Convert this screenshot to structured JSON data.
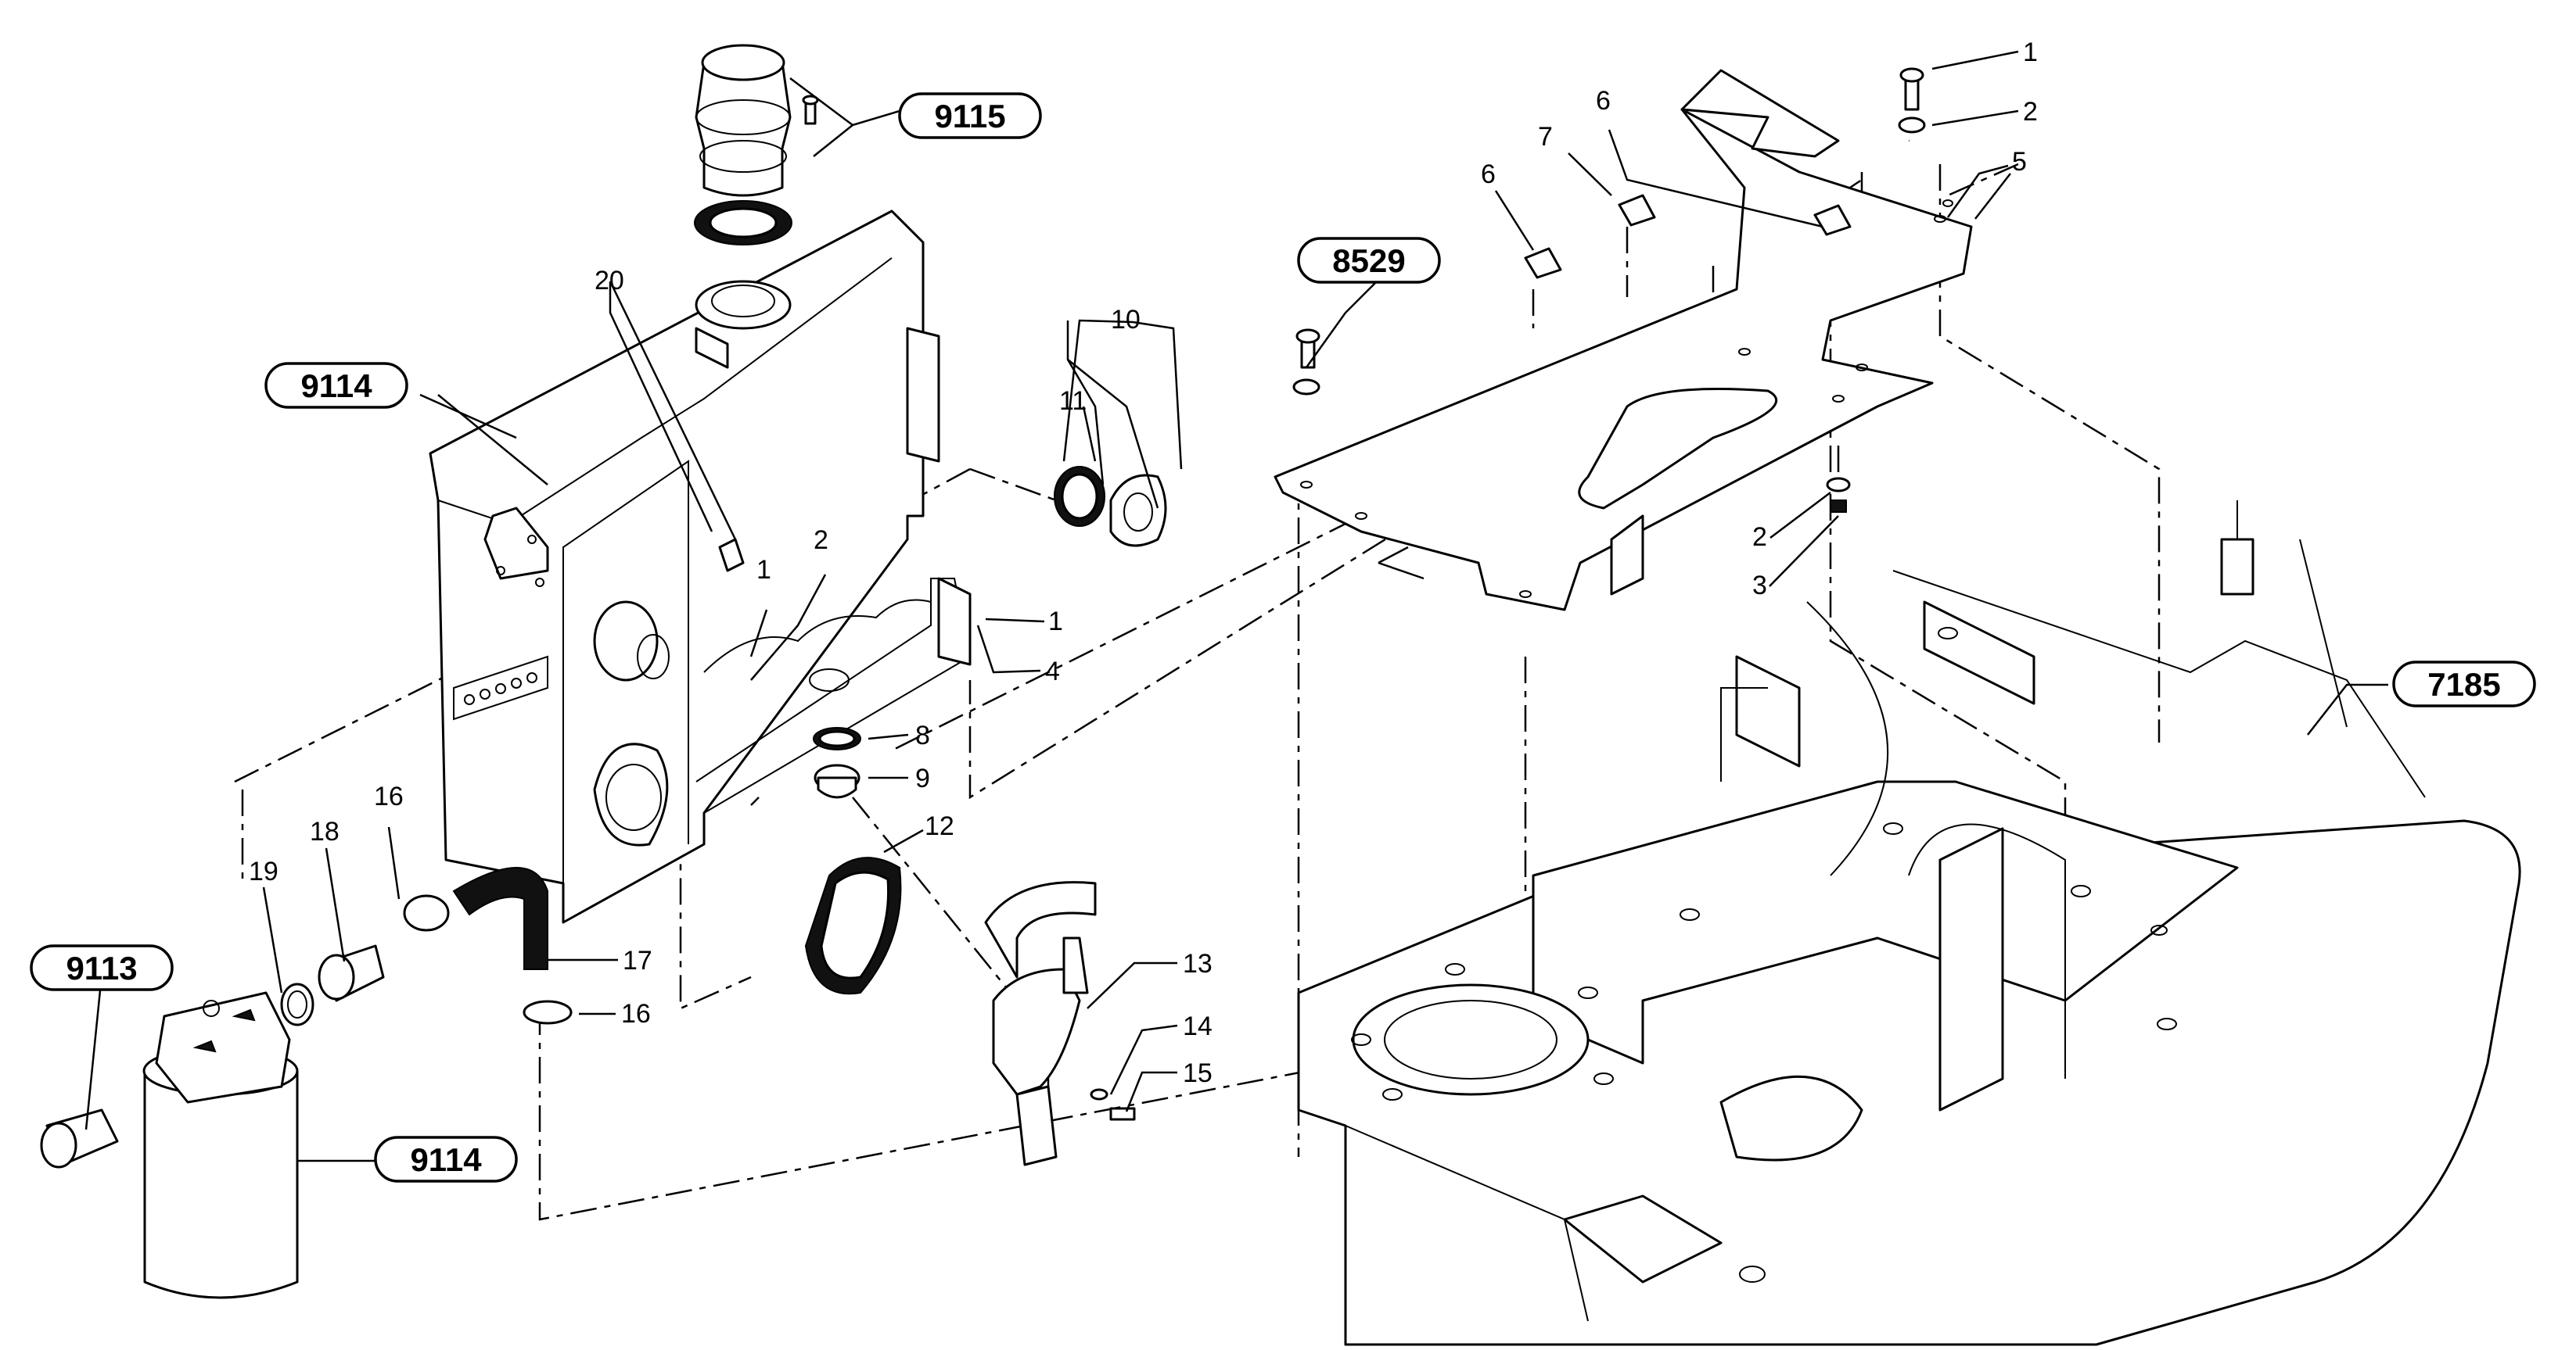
{
  "diagram": {
    "references": [
      {
        "id": "ref-9115",
        "label": "9115"
      },
      {
        "id": "ref-9114-top",
        "label": "9114"
      },
      {
        "id": "ref-8529",
        "label": "8529"
      },
      {
        "id": "ref-7185",
        "label": "7185"
      },
      {
        "id": "ref-9113",
        "label": "9113"
      },
      {
        "id": "ref-9114-bottom",
        "label": "9114"
      }
    ],
    "callouts": [
      {
        "id": "c1-top",
        "label": "1"
      },
      {
        "id": "c2-top",
        "label": "2"
      },
      {
        "id": "c5",
        "label": "5"
      },
      {
        "id": "c7",
        "label": "7"
      },
      {
        "id": "c6-a",
        "label": "6"
      },
      {
        "id": "c6-b",
        "label": "6"
      },
      {
        "id": "c2-mid",
        "label": "2"
      },
      {
        "id": "c3",
        "label": "3"
      },
      {
        "id": "c20",
        "label": "20"
      },
      {
        "id": "c10",
        "label": "10"
      },
      {
        "id": "c11",
        "label": "11"
      },
      {
        "id": "c1-tank",
        "label": "1"
      },
      {
        "id": "c2-tank",
        "label": "2"
      },
      {
        "id": "c1-bracket",
        "label": "1"
      },
      {
        "id": "c4",
        "label": "4"
      },
      {
        "id": "c8",
        "label": "8"
      },
      {
        "id": "c9",
        "label": "9"
      },
      {
        "id": "c12",
        "label": "12"
      },
      {
        "id": "c13",
        "label": "13"
      },
      {
        "id": "c14",
        "label": "14"
      },
      {
        "id": "c15",
        "label": "15"
      },
      {
        "id": "c16-a",
        "label": "16"
      },
      {
        "id": "c16-b",
        "label": "16"
      },
      {
        "id": "c17",
        "label": "17"
      },
      {
        "id": "c18",
        "label": "18"
      },
      {
        "id": "c19",
        "label": "19"
      }
    ]
  }
}
